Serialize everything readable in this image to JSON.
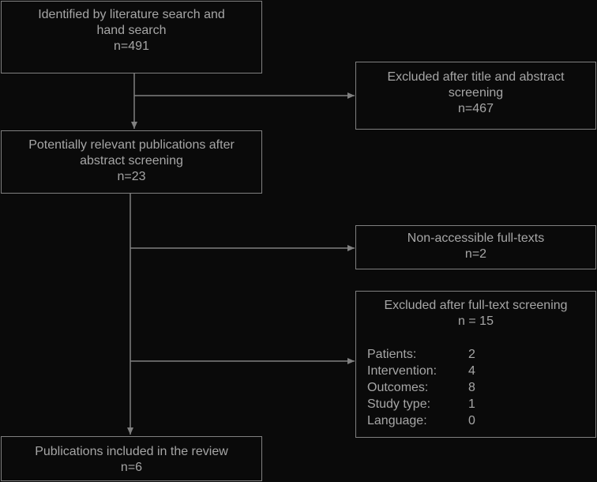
{
  "boxes": {
    "identified": {
      "lines": [
        "Identified by literature search and",
        "hand search",
        "n=491"
      ]
    },
    "excluded_title": {
      "lines": [
        "Excluded after title and abstract",
        "screening",
        "n=467"
      ]
    },
    "relevant": {
      "lines": [
        "Potentially relevant publications after",
        "abstract screening",
        "n=23"
      ]
    },
    "non_accessible": {
      "lines": [
        "Non-accessible full-texts",
        "n=2"
      ]
    },
    "excluded_fulltext": {
      "lines": [
        "Excluded after full-text screening",
        "n = 15"
      ],
      "criteria": [
        {
          "label": "Patients:",
          "count": "2"
        },
        {
          "label": "Intervention:",
          "count": "4"
        },
        {
          "label": "Outcomes:",
          "count": "8"
        },
        {
          "label": "Study type:",
          "count": "1"
        },
        {
          "label": "Language:",
          "count": "0"
        }
      ]
    },
    "included": {
      "lines": [
        "Publications included in the review",
        "n=6"
      ]
    }
  },
  "colors": {
    "background": "#0a0a0a",
    "border": "#808080",
    "text": "#a6a6a6",
    "arrow": "#808080"
  }
}
